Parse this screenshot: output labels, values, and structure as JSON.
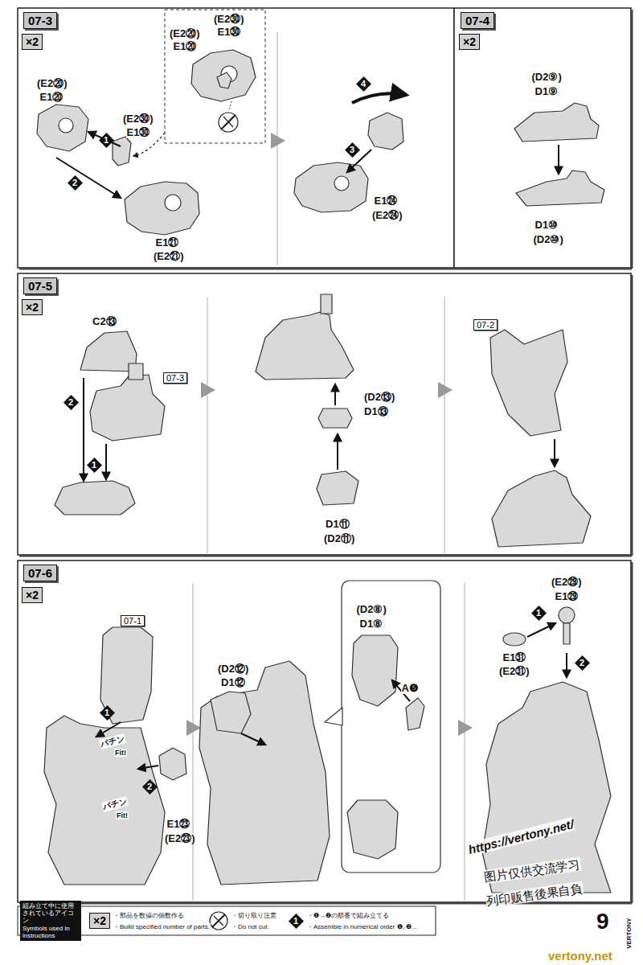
{
  "diagram": {
    "nodes": [
      {
        "text": [
          "07-3"
        ]
      },
      {
        "text": [
          "×2"
        ]
      },
      {
        "text": [
          "1"
        ]
      },
      {
        "text": [
          "2"
        ]
      },
      {
        "text": [
          "4"
        ]
      },
      {
        "text": [
          "3"
        ]
      },
      {
        "text": [
          "07-4"
        ]
      },
      {
        "text": [
          "×2"
        ]
      },
      {
        "text": [
          "07-5"
        ]
      },
      {
        "text": [
          "×2"
        ]
      },
      {
        "text": [
          "07-3"
        ]
      },
      {
        "text": [
          "2"
        ]
      },
      {
        "text": [
          "1"
        ]
      },
      {
        "text": [
          "07-2"
        ]
      },
      {
        "text": [
          "07-6"
        ]
      },
      {
        "text": [
          "×2"
        ]
      },
      {
        "text": [
          "07-1"
        ]
      },
      {
        "text": [
          "1"
        ]
      },
      {
        "text": [
          "2"
        ]
      },
      {
        "text": [
          "1"
        ]
      },
      {
        "text": [
          "2"
        ]
      },
      {
        "text": [
          "組み立て中に使用されているアイコン",
          "Symbols used in instructions"
        ]
      },
      {
        "text": [
          "×2"
        ]
      },
      {
        "text": [
          "1"
        ]
      }
    ],
    "labels": [
      "(E2⑳)",
      "E1⑳",
      "(E2㉚)",
      "E1㉚",
      "E1㉑",
      "(E2㉑)",
      "(E2㉚)",
      "E1㉚",
      "(E2⑳)",
      "E1⑳",
      "E1㉔",
      "(E2㉔)",
      "(D2⑨)",
      "D1⑨",
      "D1⑩",
      "(D2⑩)",
      "C2⑬",
      "(D2⑬)",
      "D1⑬",
      "D1⑪",
      "(D2⑪)",
      "パチン",
      "Fit!",
      "パチン",
      "Fit!",
      "E1㉓",
      "(E2㉓)",
      "(D2⑫)",
      "D1⑫",
      "(D2⑧)",
      "D1⑧",
      "A❺",
      "(E2㉙)",
      "E1㉙",
      "E1㉛",
      "(E2㉛)",
      "・部品を数値の個数作る",
      "・Build specified number of parts.",
      "・切り取り注意",
      "・Do not cut.",
      "・❶→❷の順番で組み立てる",
      "・Assemble in numerical order ❶, ❷...",
      "9",
      "VERTONY",
      "https://vertony.net/",
      "图片仅供交流学习",
      "列印贩售後果自負",
      "vertony.net"
    ]
  }
}
